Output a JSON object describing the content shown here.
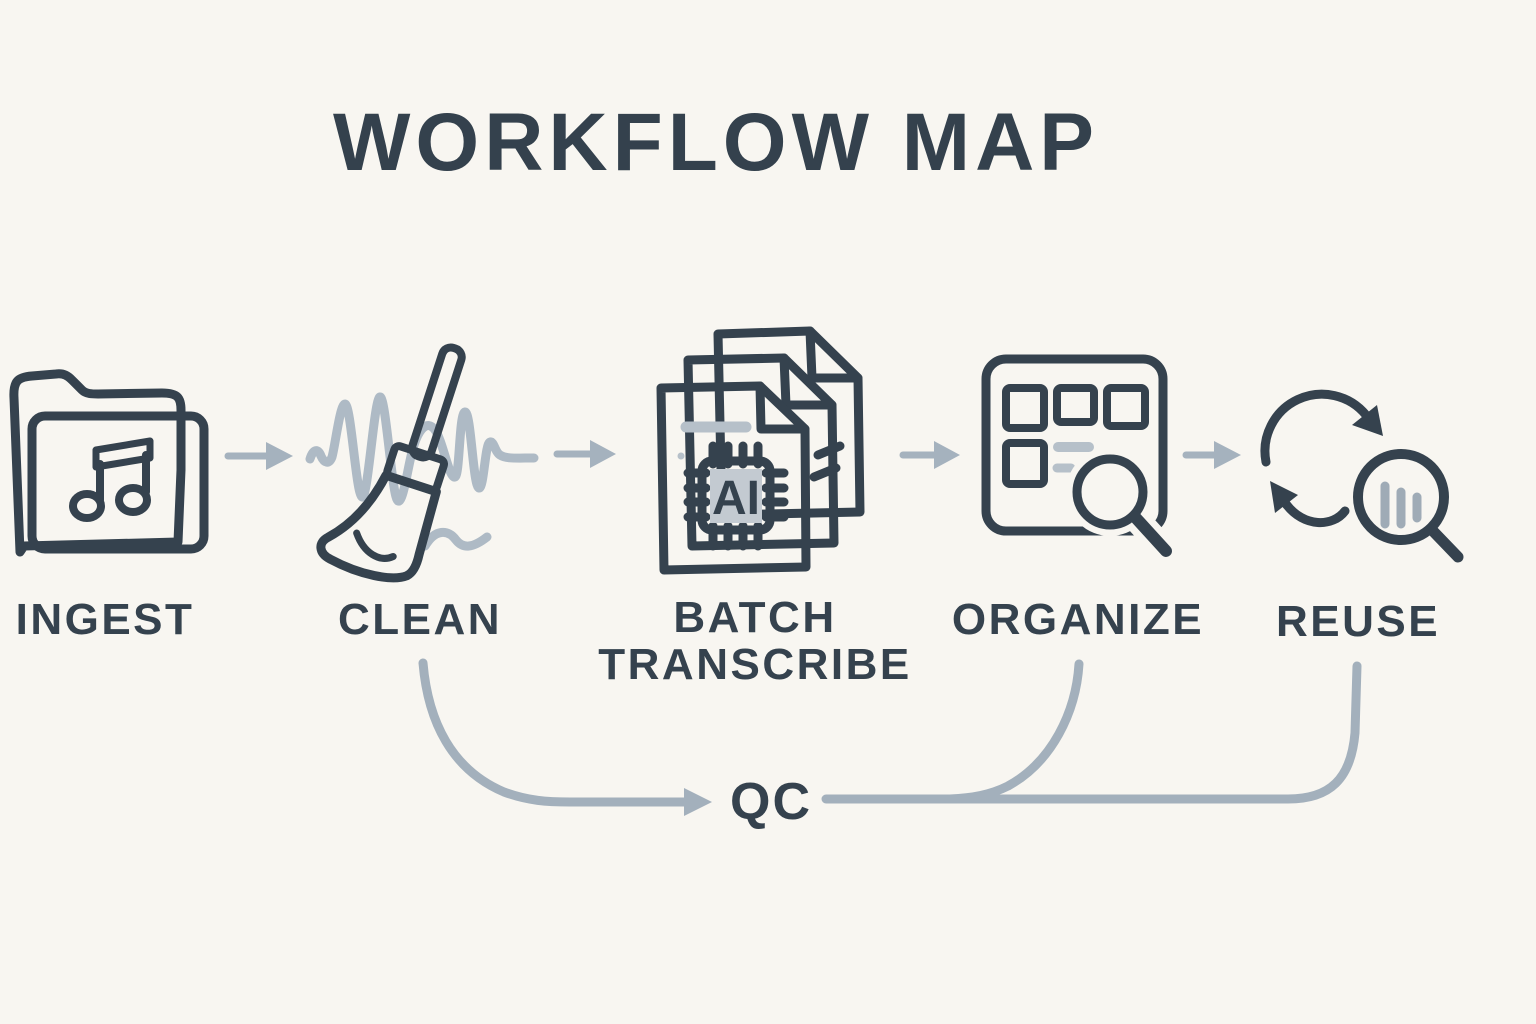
{
  "title": "WORKFLOW MAP",
  "stages": [
    {
      "id": "ingest",
      "label": "INGEST",
      "icon": "music-folder-icon"
    },
    {
      "id": "clean",
      "label": "CLEAN",
      "icon": "broom-waveform-icon"
    },
    {
      "id": "batch-transcribe",
      "label": "BATCH TRANSCRIBE",
      "label_lines": [
        "BATCH",
        "TRANSCRIBE"
      ],
      "icon": "documents-ai-chip-icon",
      "chip_label": "AI"
    },
    {
      "id": "organize",
      "label": "ORGANIZE",
      "icon": "grid-magnifier-icon"
    },
    {
      "id": "reuse",
      "label": "REUSE",
      "icon": "cycle-magnifier-icon"
    }
  ],
  "connectors": {
    "qc_label": "QC",
    "flow": [
      "INGEST→CLEAN",
      "CLEAN→BATCH TRANSCRIBE",
      "BATCH TRANSCRIBE→ORGANIZE",
      "ORGANIZE→REUSE"
    ],
    "qc_paths": [
      "CLEAN→QC",
      "QC→REUSE",
      "ORGANIZE→QC line"
    ]
  },
  "colors": {
    "background": "#f8f6f1",
    "ink": "#35424e",
    "steel_arrow": "#a5b2be",
    "qc_line": "#a3b0bc",
    "waveform": "#aebac5",
    "fill_light": "#c9d1d8",
    "fill_mid": "#bcc5cd",
    "fill_pale": "#e7eaec",
    "shape_white": "#fcfcfa"
  }
}
